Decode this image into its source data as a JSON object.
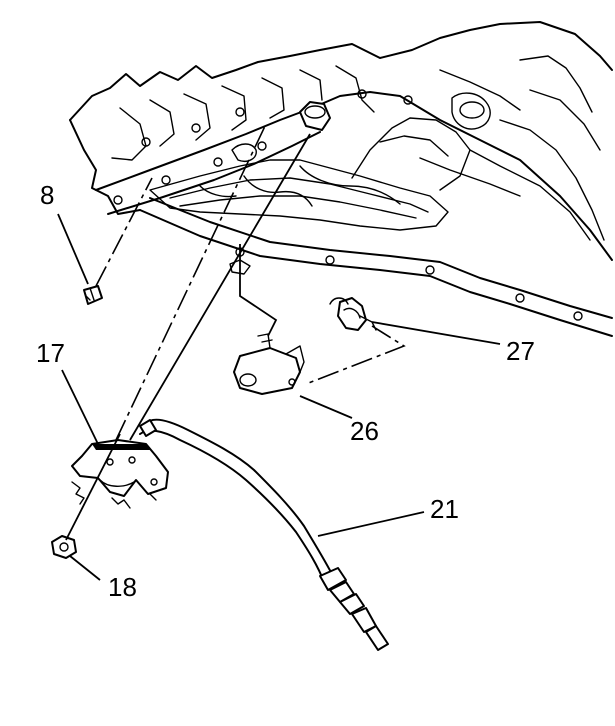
{
  "callouts": {
    "c8": "8",
    "c17": "17",
    "c18": "18",
    "c21": "21",
    "c26": "26",
    "c27": "27"
  },
  "colors": {
    "line": "#000000",
    "background": "#ffffff"
  }
}
